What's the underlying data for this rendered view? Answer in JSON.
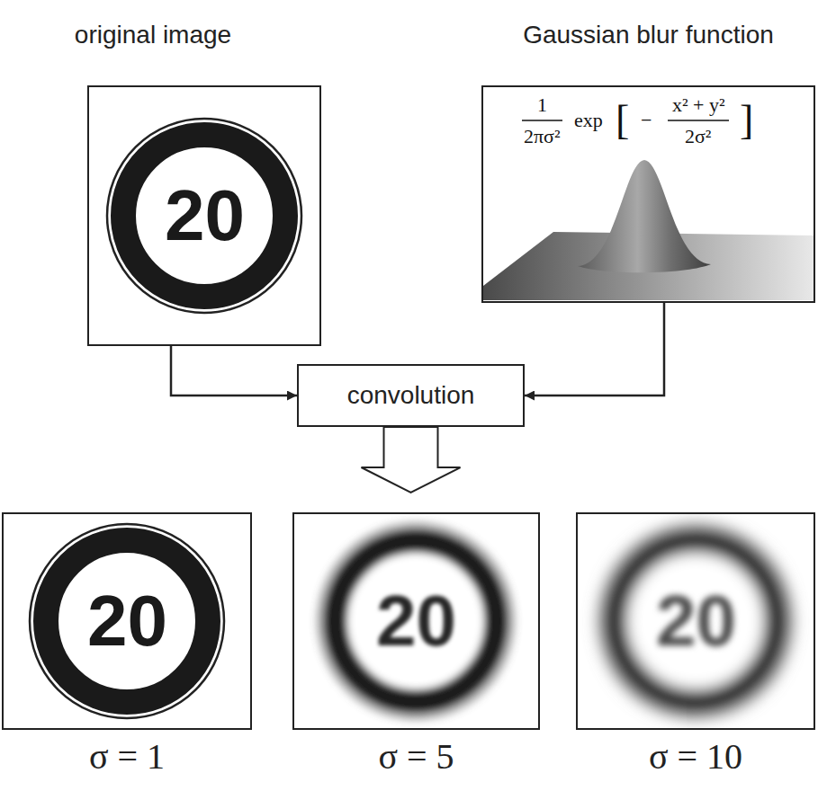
{
  "diagram": {
    "nodes": [
      {
        "text": [
          "original image"
        ]
      },
      {
        "text": [
          "Gaussian blur function"
        ]
      },
      {
        "text": [
          "convolution"
        ]
      },
      {
        "text": [
          "σ = 1"
        ]
      },
      {
        "text": [
          "σ = 5"
        ]
      },
      {
        "text": [
          "σ = 10"
        ]
      }
    ],
    "edges": [
      {
        "from": 0,
        "to": 2,
        "arrow": "to"
      },
      {
        "from": 1,
        "to": 2,
        "arrow": "to"
      },
      {
        "from": 2,
        "to": 4,
        "arrow": "to"
      }
    ],
    "labels": [
      "20",
      "1",
      "2πσ²",
      "exp",
      "[",
      "−",
      "x² + y²",
      "2σ²",
      "]",
      "20",
      "20",
      "20"
    ]
  }
}
